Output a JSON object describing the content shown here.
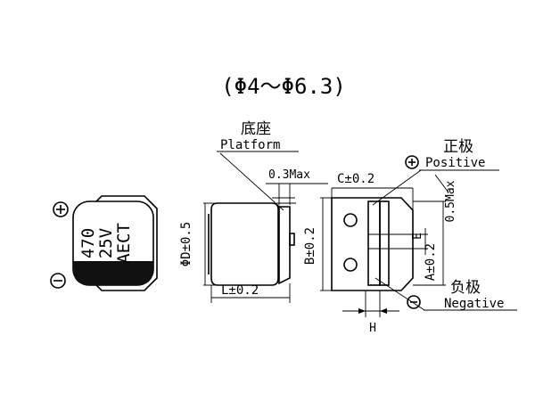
{
  "title": "(Φ4～Φ6.3)",
  "labels": {
    "platform_cn": "底座",
    "platform_en": "Platform",
    "positive_cn": "正极",
    "positive_en": "Positive",
    "negative_cn": "负极",
    "negative_en": "Negative",
    "plus_sign": "+",
    "minus_sign": "−"
  },
  "cap_marking": {
    "line1": "470",
    "line2": "25V",
    "line3": "AECT"
  },
  "dimensions": {
    "platform_max": "0.3Max",
    "c_tol": "C±0.2",
    "e_tol": "0.5Max",
    "phi_d": "ΦD±0.5",
    "l_tol": "L±0.2",
    "b_tol": "B±0.2",
    "a_tol": "A±0.2",
    "e_label": "E",
    "h_label": "H"
  },
  "icons": [
    "plus-circle-icon",
    "minus-circle-icon"
  ]
}
